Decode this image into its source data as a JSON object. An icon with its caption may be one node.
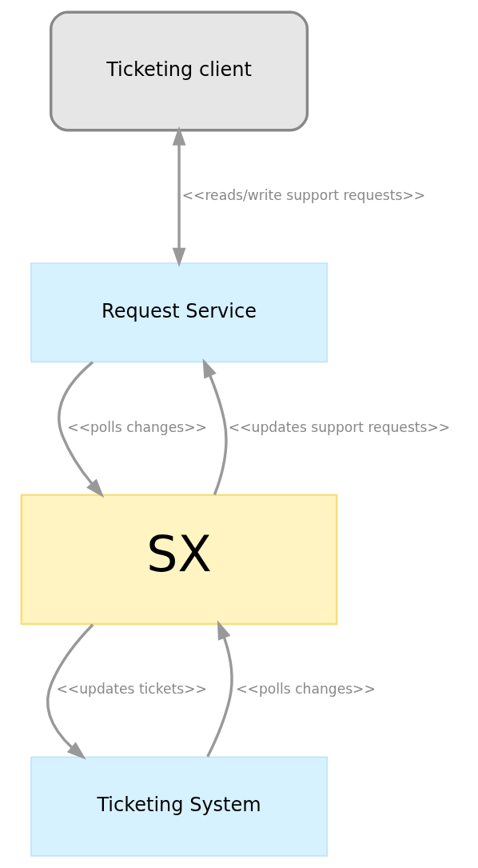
{
  "diagram": {
    "nodes": [
      {
        "text": [
          "Ticketing client"
        ]
      },
      {
        "text": [
          "Request Service"
        ]
      },
      {
        "text": [
          "SX"
        ]
      },
      {
        "text": [
          "Ticketing System"
        ]
      }
    ],
    "edges": [
      {
        "from": 0,
        "to": 1,
        "arrow": "both",
        "label": "<<reads/write support requests>>"
      },
      {
        "from": 1,
        "to": 2,
        "arrow": "to",
        "label": "<<polls changes>>"
      },
      {
        "from": 2,
        "to": 1,
        "arrow": "to",
        "label": "<<updates support requests>>"
      },
      {
        "from": 3,
        "to": 2,
        "arrow": "to",
        "label": "<<polls changes>>"
      },
      {
        "from": 2,
        "to": 3,
        "arrow": "to",
        "label": "<<updates tickets>>"
      }
    ]
  }
}
